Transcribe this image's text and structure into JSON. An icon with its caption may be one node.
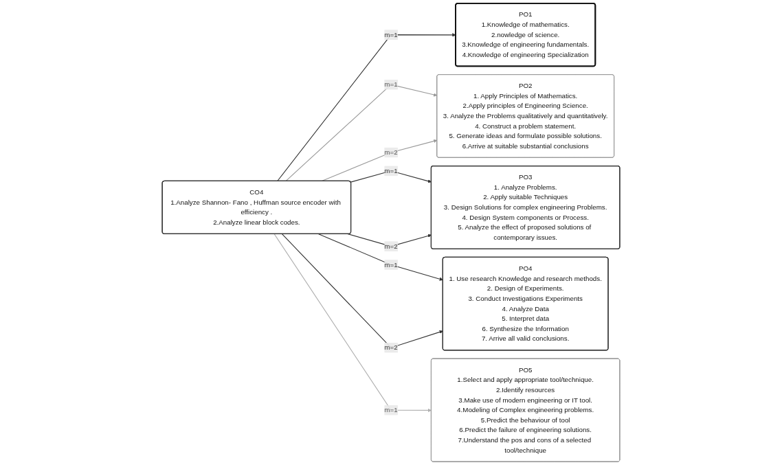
{
  "diagram": {
    "nodes": [
      {
        "text": [
          "PO1",
          "1.Knowledge of mathematics.",
          "2.nowledge of science.",
          "3.Knowledge of engineering fundamentals.",
          "4.Knowledge of engineering Specialization"
        ]
      },
      {
        "text": [
          "CO4",
          "1.Analyze Shannon- Fano , Huffman source encoder with efficiency .",
          "2.Analyze linear block codes."
        ]
      },
      {
        "text": [
          "PO2",
          "1. Apply Principles of Mathematics.",
          "2.Apply principles of Engineering Science.",
          "3. Analyze the Problems qualitatively and quantitatively.",
          "4. Construct a problem statement.",
          "5. Generate ideas and formulate possible solutions.",
          "6.Arrive at suitable substantial conclusions"
        ]
      },
      {
        "text": [
          "PO5",
          "1.Select and apply appropriate tool/technique.",
          "2.Identify resources",
          "3.Make use of modern engineering or IT tool.",
          "4.Modeling of Complex engineering problems.",
          "5.Predict the behaviour of tool",
          "6.Predict the failure of engineering solutions.",
          "7.Understand the pos and cons of a selected tool/technique"
        ]
      },
      {
        "text": [
          "PO4",
          "1. Use research Knowledge and research methods.",
          "2. Design of Experiments.",
          "3. Conduct Investigations Experiments",
          "4. Analyze Data",
          "5. Interpret data",
          "6. Synthesize the Information",
          "7. Arrive all valid conclusions."
        ]
      },
      {
        "text": [
          "PO3",
          "1. Analyze Problems.",
          "2. Apply suitable Techniques",
          "3. Design Solutions for complex engineering Problems.",
          "4. Design System components or Process.",
          "5. Analyze the effect of proposed solutions of contemporary issues."
        ]
      }
    ],
    "edges": [
      {
        "from": 1,
        "to": 0,
        "arrow": "to",
        "label": "m=1"
      },
      {
        "from": 1,
        "to": 2,
        "arrow": "to",
        "label": "m=1",
        "color": "#999999"
      },
      {
        "from": 1,
        "to": 2,
        "arrow": "to",
        "label": "m=2",
        "color": "#999999"
      },
      {
        "from": 1,
        "to": 5,
        "arrow": "to",
        "label": "m=1"
      },
      {
        "from": 1,
        "to": 5,
        "arrow": "to",
        "label": "m=2"
      },
      {
        "from": 1,
        "to": 4,
        "arrow": "to",
        "label": "m=1"
      },
      {
        "from": 1,
        "to": 4,
        "arrow": "to",
        "label": "m=2"
      },
      {
        "from": 1,
        "to": 3,
        "arrow": "to",
        "label": "m=1",
        "color": "#b0b0b0"
      }
    ]
  }
}
